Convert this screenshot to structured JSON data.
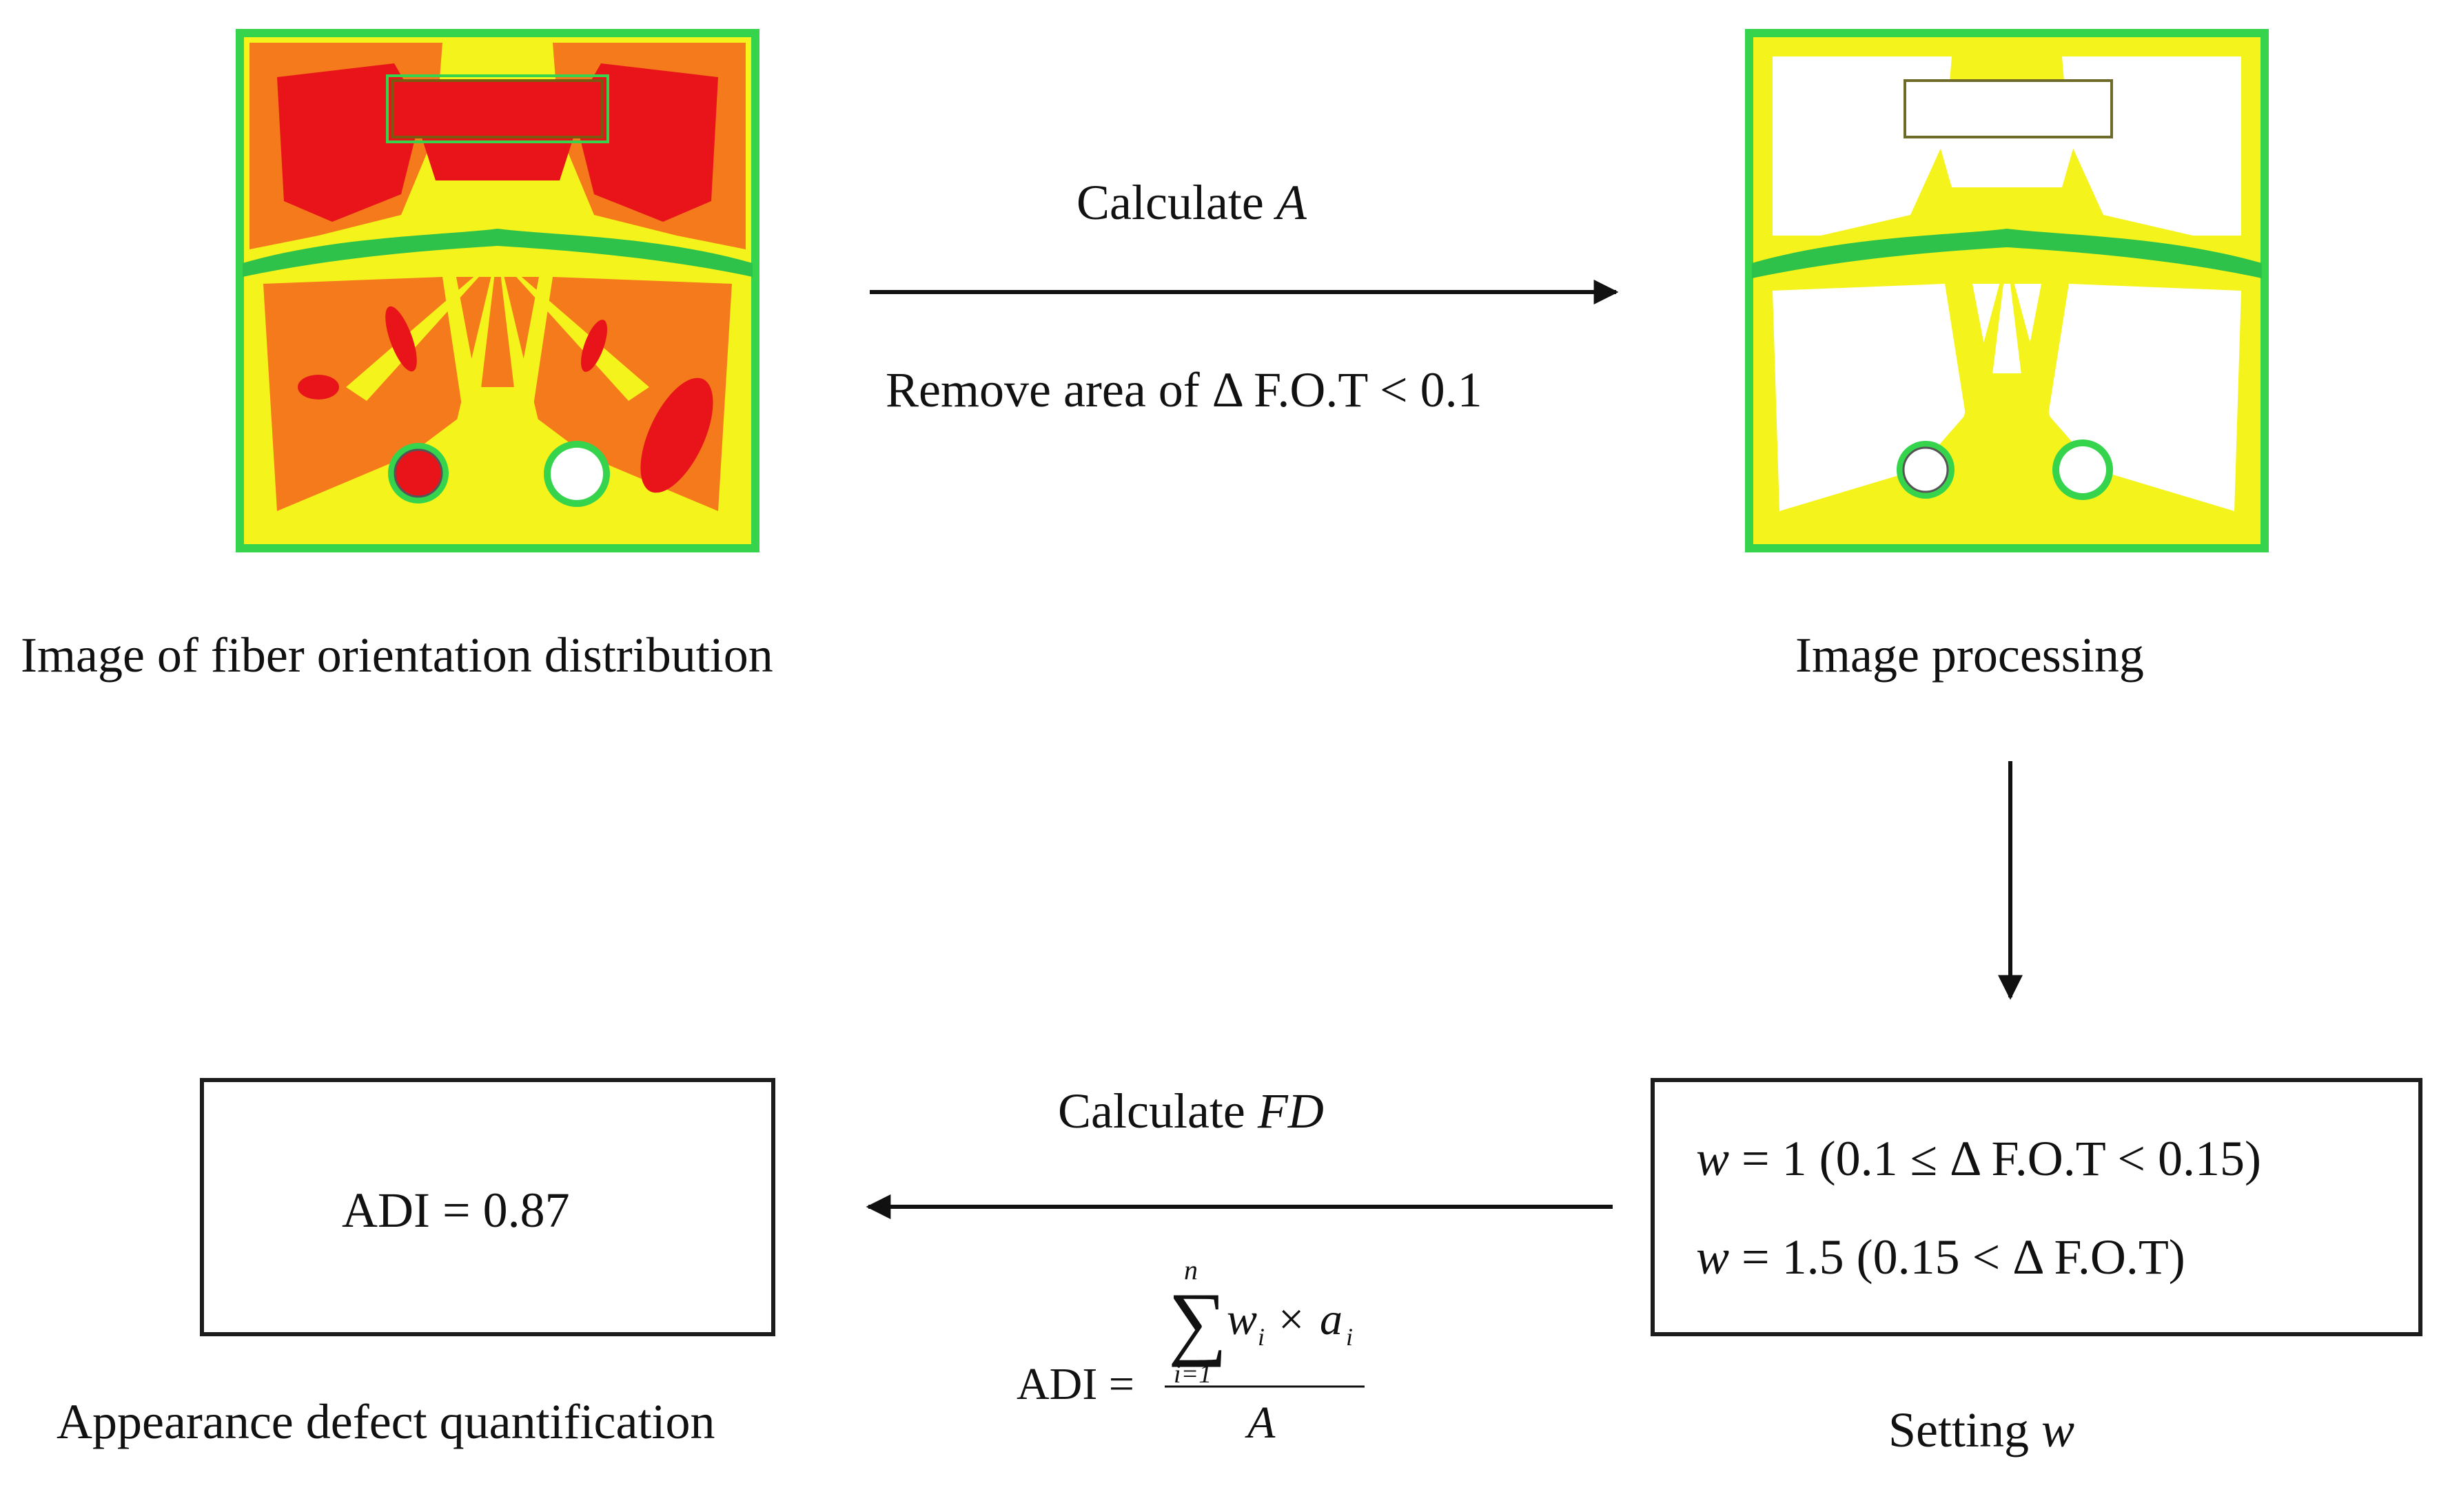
{
  "top_left": {
    "caption": "Image of fiber orientation distribution"
  },
  "top_right": {
    "caption": "Image processing"
  },
  "arrow_top": {
    "label_prefix": "Calculate ",
    "label_var": "A",
    "sublabel": "Remove area of Δ F.O.T < 0.1"
  },
  "arrow_bottom": {
    "label_prefix": "Calculate ",
    "label_var": "FD",
    "formula": {
      "lhs": "ADI =",
      "sum_top": "n",
      "sum_bottom": "i=1",
      "w": "w",
      "w_sub": "i",
      "times": "×",
      "a": "a",
      "a_sub": "i",
      "denominator": "A"
    }
  },
  "setting_box": {
    "line1_var": "w",
    "line1_rest": " = 1  (0.1 ≤ Δ F.O.T  <  0.15)",
    "line2_var": "w",
    "line2_rest": " = 1.5 (0.15 <  Δ F.O.T)",
    "caption_prefix": "Setting  ",
    "caption_var": "w"
  },
  "result_box": {
    "value": "ADI = 0.87",
    "caption": "Appearance defect quantification"
  },
  "colors": {
    "red": "#e8141a",
    "orange": "#f47a1c",
    "yellow": "#f5f31c",
    "green": "#33d24a",
    "arrow": "#111111"
  }
}
